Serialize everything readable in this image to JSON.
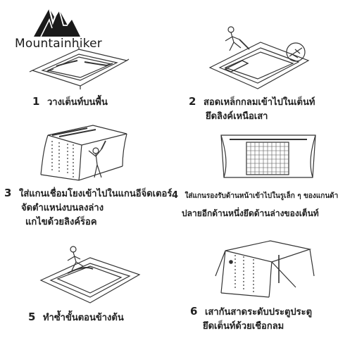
{
  "brand": {
    "name": "Mountainhiker",
    "logo_icon": "mountain-logo-icon"
  },
  "steps": [
    {
      "number": "1",
      "lines": [
        "วางเต็นท์บนพื้น"
      ]
    },
    {
      "number": "2",
      "lines": [
        "สอดเหล็กกลมเข้าไปในเต็นท์",
        "ยึดลิงค์เหนือเสา"
      ]
    },
    {
      "number": "3",
      "lines": [
        "ใส่แกนเชื่อมโยงเข้าไปในแกนอีจ็ดเตอร์",
        "จัดตำแหน่งบนลงล่าง",
        "แกไขด้วยลิงค์ร็อค"
      ]
    },
    {
      "number": "4",
      "lines": [
        "ใส่แกนรองรับด้านหน้าเข้าไปในรูเล็ก ๆ ของแกนด้านบน",
        "ปลายอีกด้านหนึ่งยึดด้านล่างของเต็นท์"
      ]
    },
    {
      "number": "5",
      "lines": [
        "ทำซ้ำขั้นตอนข้างต้น"
      ]
    },
    {
      "number": "6",
      "lines": [
        "เสากันสาดระดับประตูประตู",
        "ยึดเต็นท์ด้วยเชือกลม"
      ]
    }
  ],
  "colors": {
    "ink": "#1a1a1a",
    "line_art": "#333333",
    "background": "#ffffff"
  }
}
